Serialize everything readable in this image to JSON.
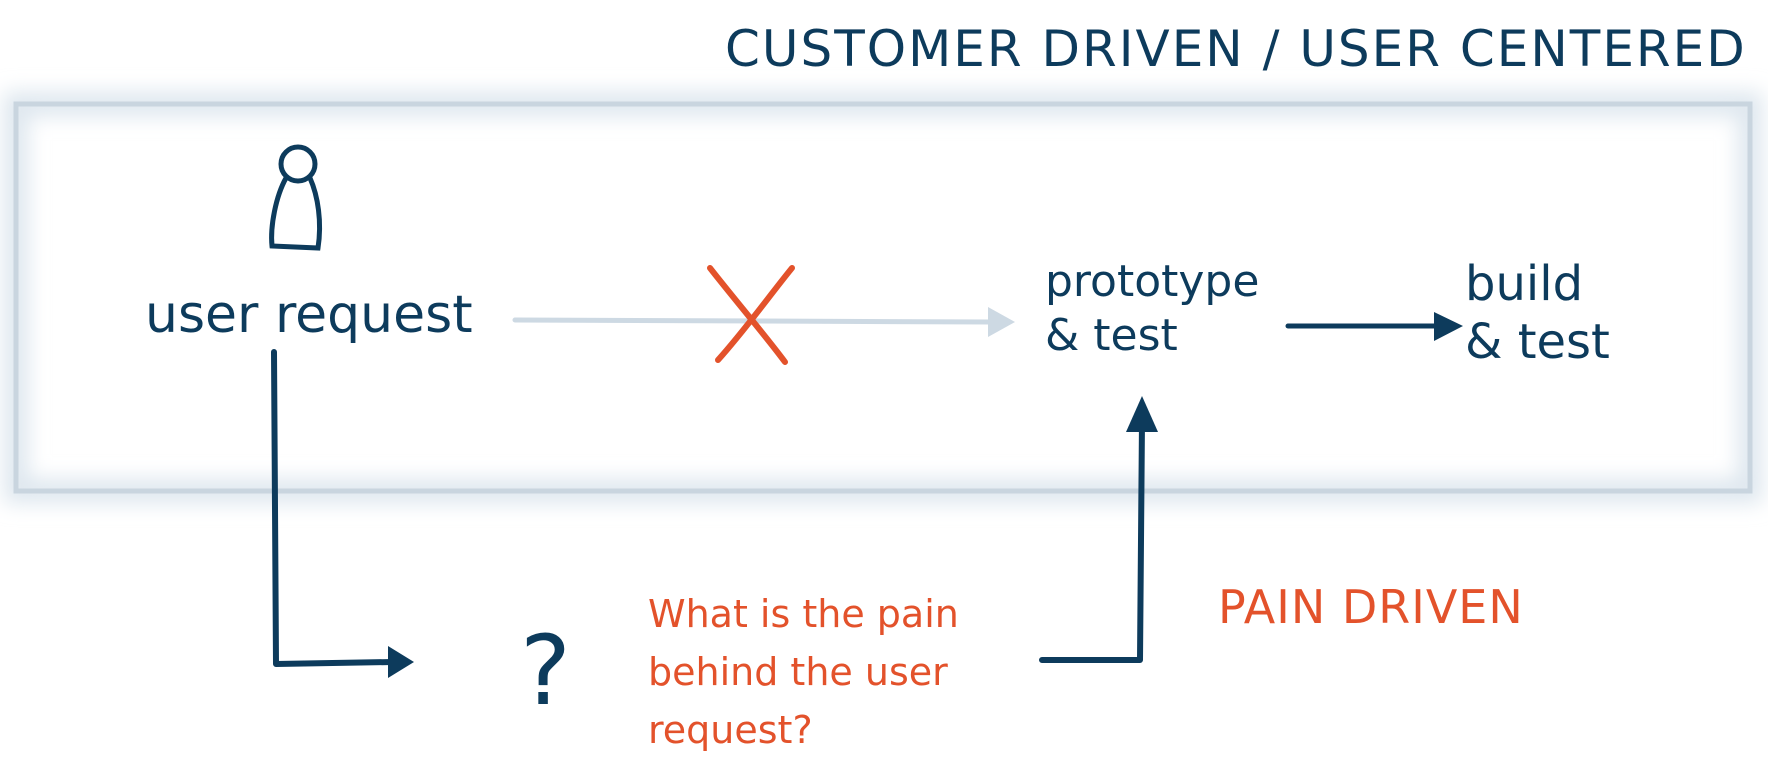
{
  "title": "CUSTOMER DRIVEN / USER CENTERED",
  "nodes": {
    "user_request": "user request",
    "prototype_test": "prototype & test",
    "build_test": "build & test",
    "question_mark": "?",
    "pain_question": "What is the pain behind the user request?",
    "pain_driven": "PAIN DRIVEN"
  },
  "colors": {
    "navy": "#0d3b5c",
    "red": "#e3522b",
    "frame": "#c9d5df",
    "faded_arrow": "#cdd9e3"
  },
  "icons": {
    "person": "person-icon",
    "cross": "red-x-icon"
  }
}
